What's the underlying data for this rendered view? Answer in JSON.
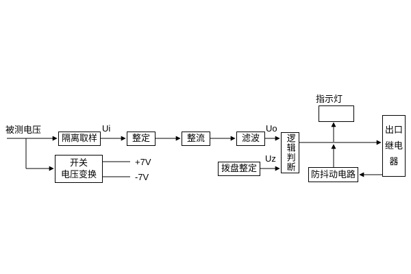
{
  "labels": {
    "input": "被测电压",
    "indicator": "指示灯",
    "ui": "Ui",
    "uo": "Uo",
    "uz": "Uz",
    "plus7v": "+7V",
    "minus7v": "-7V"
  },
  "blocks": {
    "isolation": "隔离取样",
    "setting": "整定",
    "rectifier": "整流",
    "filter": "滤波",
    "logic": "逻辑判断",
    "switch": [
      "开关",
      "电压变换"
    ],
    "dial": "拨盘整定",
    "antishake": "防抖动电路",
    "relay": [
      "出口",
      "继电",
      "器"
    ]
  },
  "colors": {
    "line": "#000000",
    "background": "#ffffff"
  }
}
